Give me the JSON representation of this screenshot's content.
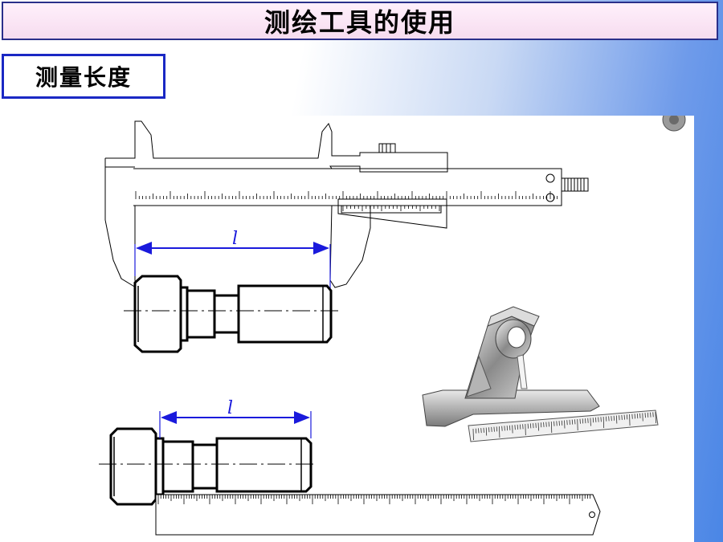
{
  "slide": {
    "title": "测绘工具的使用",
    "subtitle": "测量长度"
  },
  "figure": {
    "caliper_dimension_label": "l",
    "ruler_dimension_label": "l"
  },
  "colors": {
    "title_border": "#2a2f8a",
    "title_fill": "#f6dcef",
    "subtitle_border": "#1a28c4",
    "dimension_line": "#1a1adc",
    "drawing_line": "#000000"
  }
}
